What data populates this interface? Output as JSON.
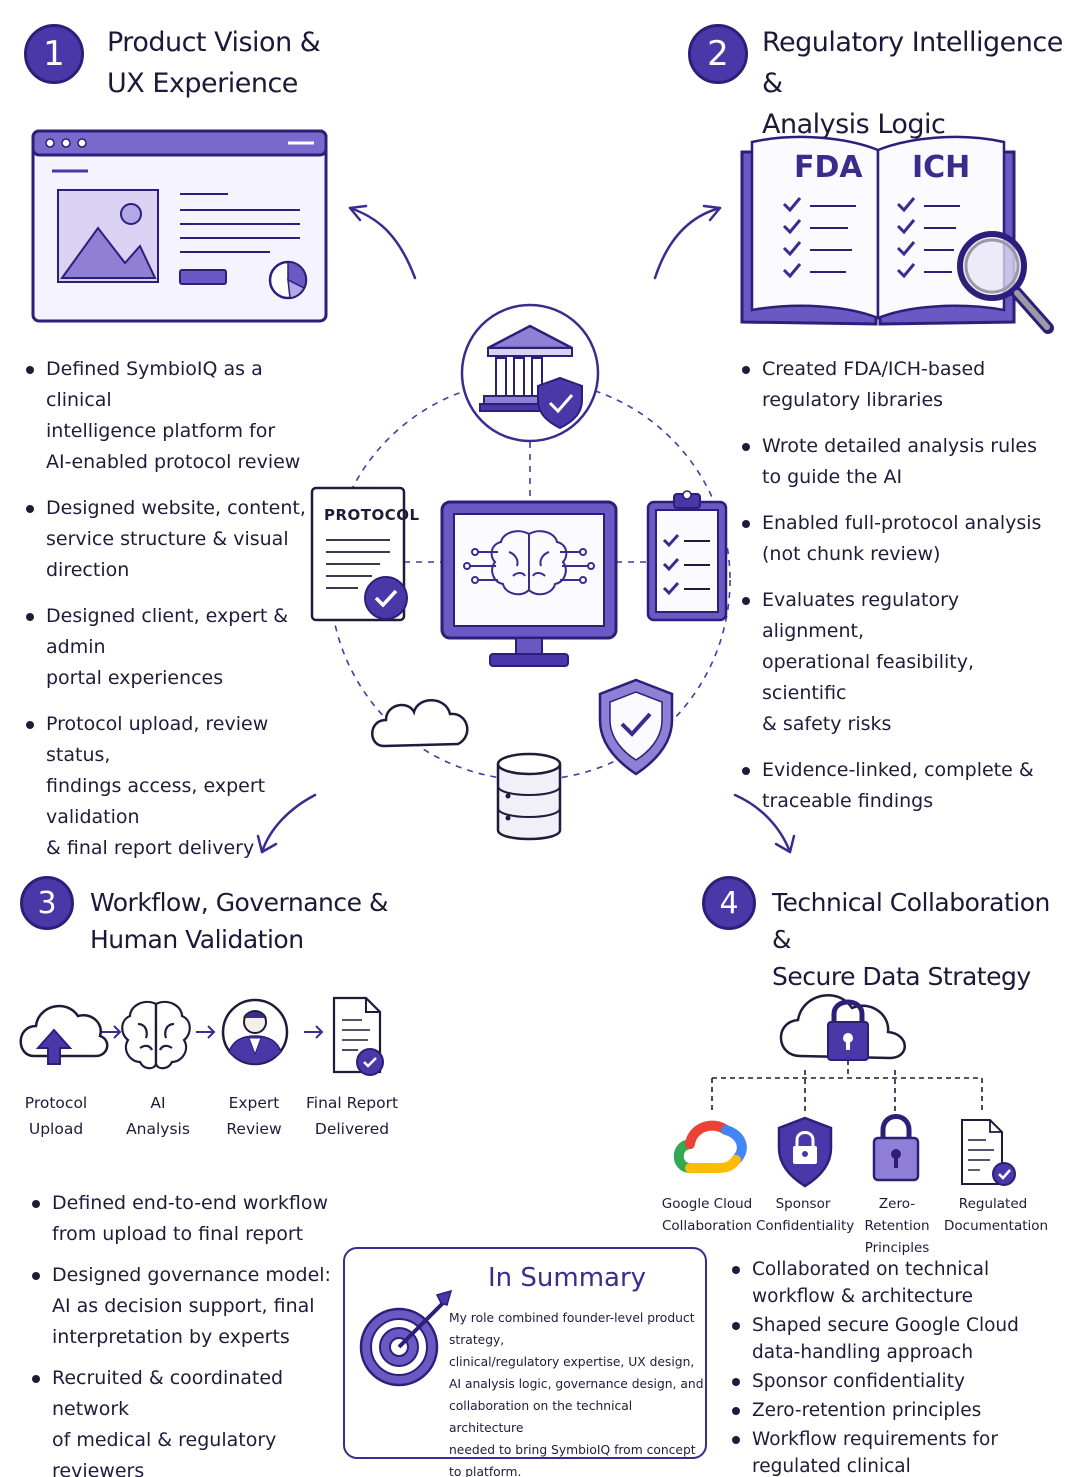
{
  "sections": {
    "s1": {
      "number": "1",
      "title_line1": "Product Vision &",
      "title_line2": "UX Experience",
      "bullets": [
        {
          "l1": "Defined SymbioIQ as a clinical",
          "l2": "intelligence platform for",
          "l3": "AI-enabled protocol review"
        },
        {
          "l1": "Designed website, content,",
          "l2": "service structure & visual",
          "l3": "direction"
        },
        {
          "l1": "Designed client, expert & admin",
          "l2": "portal experiences",
          "l3": ""
        },
        {
          "l1": "Protocol upload, review status,",
          "l2": "findings access, expert validation",
          "l3": "& final report delivery"
        }
      ]
    },
    "s2": {
      "number": "2",
      "title_line1": "Regulatory Intelligence &",
      "title_line2": "Analysis Logic",
      "book_left": "FDA",
      "book_right": "ICH",
      "bullets": [
        {
          "l1": "Created FDA/ICH-based",
          "l2": "regulatory libraries",
          "l3": ""
        },
        {
          "l1": "Wrote detailed analysis rules",
          "l2": "to guide the AI",
          "l3": ""
        },
        {
          "l1": "Enabled full-protocol analysis",
          "l2": "(not chunk review)",
          "l3": ""
        },
        {
          "l1": "Evaluates regulatory alignment,",
          "l2": "operational feasibility, scientific",
          "l3": "& safety risks"
        },
        {
          "l1": "Evidence-linked, complete &",
          "l2": "traceable findings",
          "l3": ""
        }
      ]
    },
    "s3": {
      "number": "3",
      "title_line1": "Workflow, Governance &",
      "title_line2": "Human Validation",
      "flow": [
        {
          "l1": "Protocol",
          "l2": "Upload"
        },
        {
          "l1": "AI",
          "l2": "Analysis"
        },
        {
          "l1": "Expert",
          "l2": "Review"
        },
        {
          "l1": "Final Report",
          "l2": "Delivered"
        }
      ],
      "bullets": [
        {
          "l1": "Defined end-to-end workflow",
          "l2": "from upload to final report",
          "l3": ""
        },
        {
          "l1": "Designed governance model:",
          "l2": "AI as decision support, final",
          "l3": "interpretation by experts"
        },
        {
          "l1": "Recruited & coordinated network",
          "l2": "of medical & regulatory reviewers",
          "l3": ""
        }
      ]
    },
    "s4": {
      "number": "4",
      "title_line1": "Technical Collaboration &",
      "title_line2": "Secure Data Strategy",
      "items": [
        {
          "l1": "Google Cloud",
          "l2": "Collaboration"
        },
        {
          "l1": "Sponsor",
          "l2": "Confidentiality"
        },
        {
          "l1": "Zero-Retention",
          "l2": "Principles"
        },
        {
          "l1": "Regulated",
          "l2": "Documentation"
        }
      ],
      "bullets": [
        {
          "l1": "Collaborated on technical",
          "l2": "workflow & architecture"
        },
        {
          "l1": "Shaped secure Google Cloud",
          "l2": "data-handling approach"
        },
        {
          "l1": "Sponsor confidentiality",
          "l2": ""
        },
        {
          "l1": "Zero-retention principles",
          "l2": ""
        },
        {
          "l1": "Workflow requirements for",
          "l2": "regulated clinical documentation"
        }
      ]
    }
  },
  "center": {
    "protocol_label": "PROTOCOL"
  },
  "summary": {
    "title": "In Summary",
    "lines": [
      "My role combined founder-level product strategy,",
      "clinical/regulatory expertise, UX design,",
      "AI analysis logic, governance design, and",
      "collaboration on the technical architecture",
      "needed to bring SymbioIQ from concept",
      "to platform."
    ]
  },
  "colors": {
    "accent": "#4a37a8",
    "accent_light": "#8f80d6",
    "accent_pale": "#d9d2f3",
    "ink": "#1f1b3a"
  }
}
